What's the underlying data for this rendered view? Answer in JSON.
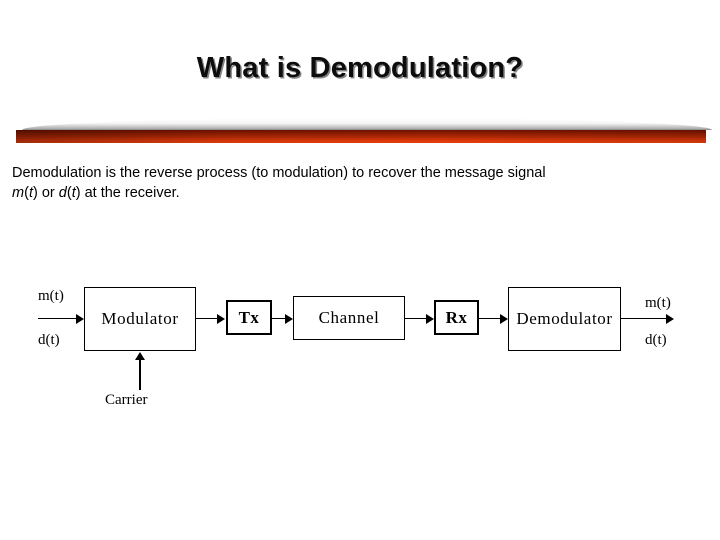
{
  "slide": {
    "title": "What is Demodulation?",
    "background_color": "#ffffff",
    "title_color": "#0d0d0d",
    "accent_bar_color": "#b22a05",
    "accent_bar_dark": "#6d1200",
    "accent_bar_bright": "#e8400d"
  },
  "body": {
    "line1_pre": "Demodulation is the reverse process (to modulation) to recover the message signal",
    "line2": {
      "sym1_m": "m",
      "sym1_open": "(",
      "sym1_t": "t",
      "sym1_close": ")",
      "conj": " or ",
      "sym2_d": "d",
      "sym2_open": "(",
      "sym2_t": "t",
      "sym2_close": ")",
      "tail": " at the receiver."
    }
  },
  "diagram": {
    "title": "Modulation / Demodulation chain block diagram",
    "blocks": [
      {
        "id": "modulator",
        "label": "Modulator",
        "style": "thin"
      },
      {
        "id": "transmitter",
        "label": "Tx",
        "style": "thick"
      },
      {
        "id": "channel",
        "label": "Channel",
        "style": "thin"
      },
      {
        "id": "receiver",
        "label": "Rx",
        "style": "thick"
      },
      {
        "id": "demodulator",
        "label": "Demodulator",
        "style": "thin"
      }
    ],
    "input_labels": {
      "top": "m(t)",
      "bottom": "d(t)"
    },
    "output_labels": {
      "top": "m(t)",
      "bottom": "d(t)"
    },
    "carrier_label": "Carrier"
  }
}
